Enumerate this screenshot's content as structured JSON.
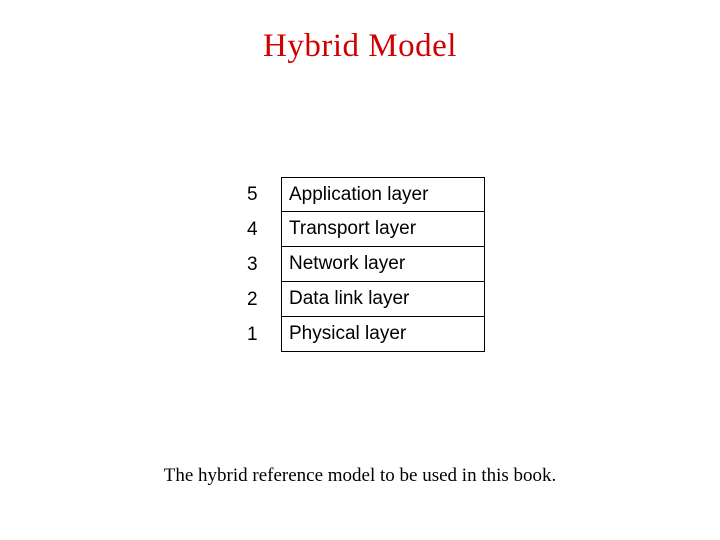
{
  "slide": {
    "title": "Hybrid Model",
    "caption": "The hybrid reference model to be used in this book.",
    "title_color": "#d00000",
    "background_color": "#ffffff"
  },
  "layers": [
    {
      "number": "5",
      "name": "Application layer"
    },
    {
      "number": "4",
      "name": "Transport layer"
    },
    {
      "number": "3",
      "name": "Network layer"
    },
    {
      "number": "2",
      "name": "Data link layer"
    },
    {
      "number": "1",
      "name": "Physical layer"
    }
  ]
}
